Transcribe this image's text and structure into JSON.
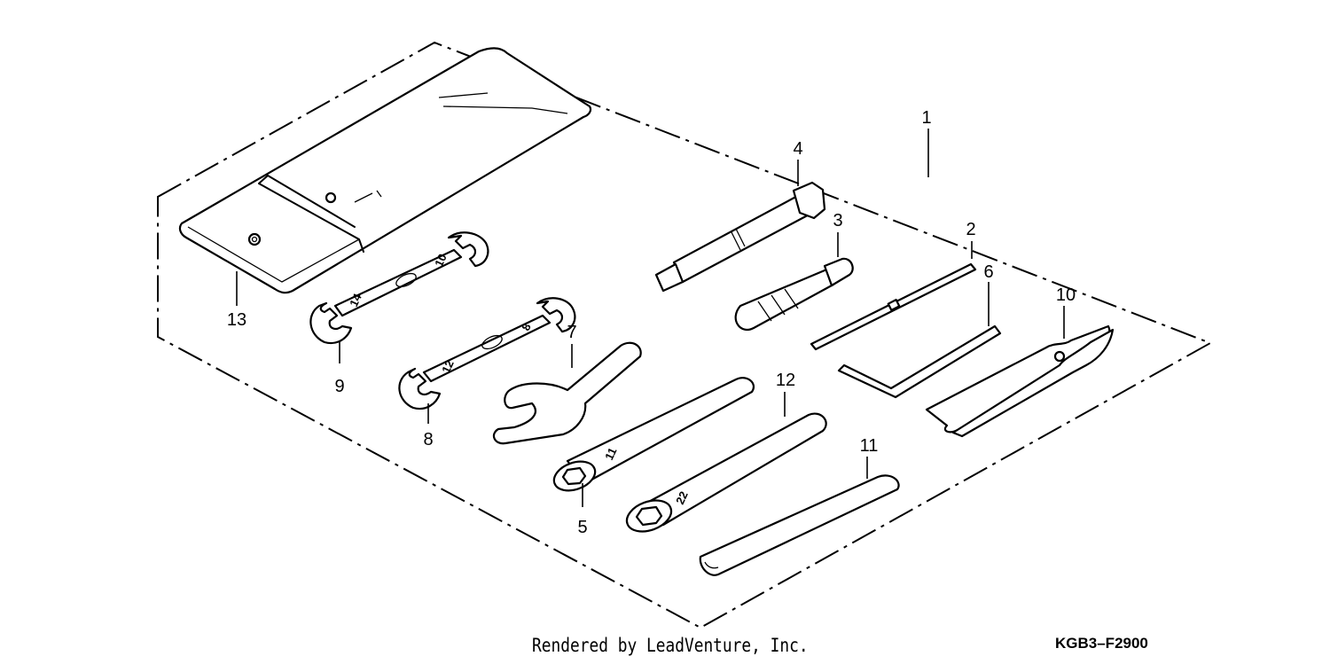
{
  "callouts": {
    "c1": "1",
    "c2": "2",
    "c3": "3",
    "c4": "4",
    "c5": "5",
    "c6": "6",
    "c7": "7",
    "c8": "8",
    "c9": "9",
    "c10": "10",
    "c11": "11",
    "c12": "12",
    "c13": "13"
  },
  "wrench_stamps": {
    "w9": "14",
    "w9b": "10",
    "w8": "12",
    "w8b": "8",
    "w5": "11",
    "w12": "22"
  },
  "footer": {
    "credit": "Rendered by LeadVenture, Inc.",
    "code": "KGB3–F2900"
  }
}
